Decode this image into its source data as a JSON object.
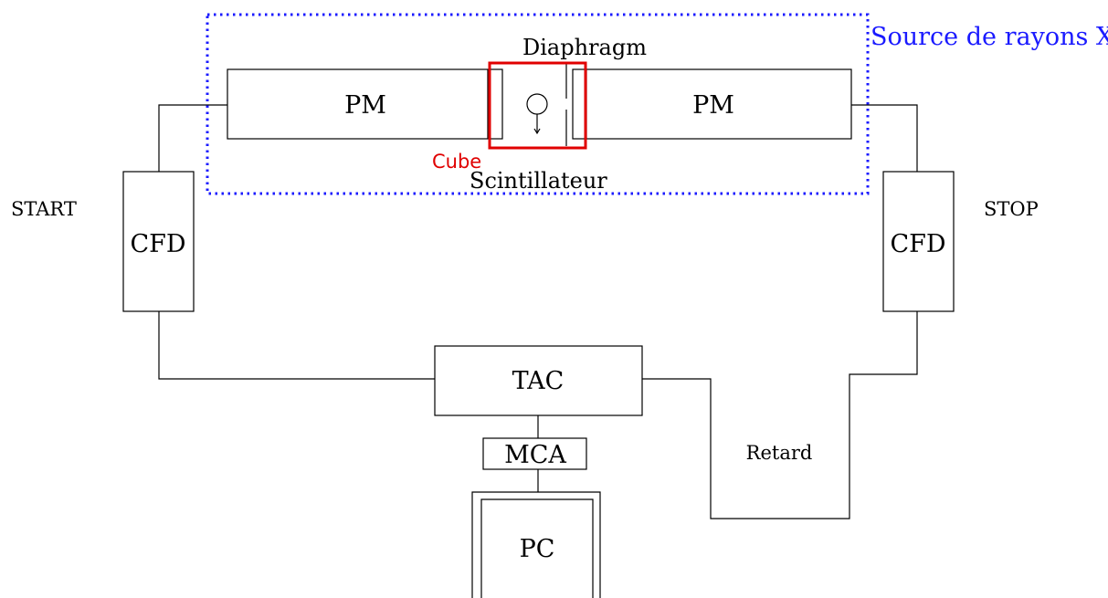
{
  "labels": {
    "source": "Source de rayons X",
    "diaphragm": "Diaphragm",
    "pm_left": "PM",
    "pm_right": "PM",
    "cube": "Cube",
    "scintillator": "Scintillateur",
    "start": "START",
    "stop": "STOP",
    "cfd_left": "CFD",
    "cfd_right": "CFD",
    "tac": "TAC",
    "mca": "MCA",
    "retard": "Retard",
    "pc": "PC"
  },
  "colors": {
    "line": "#000000",
    "source_region": "#1a1aff",
    "cube_box": "#e00000",
    "cube_label": "#e00000"
  }
}
